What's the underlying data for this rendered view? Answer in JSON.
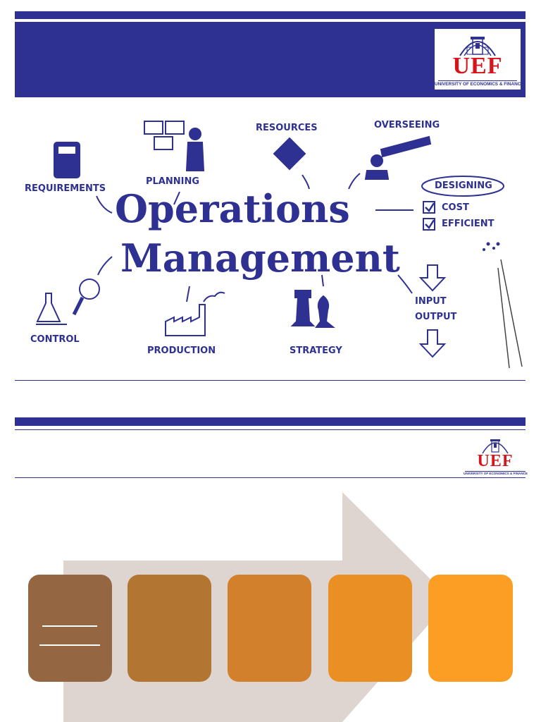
{
  "logo": {
    "name": "UEF",
    "subtitle": "UNIVERSITY OF ECONOMICS & FINANCE"
  },
  "illustration": {
    "title_line1": "Operations",
    "title_line2": "Management",
    "labels": {
      "requirements": "REQUIREMENTS",
      "planning": "PLANNING",
      "resources": "RESOURCES",
      "overseeing": "OVERSEEING",
      "designing": "DESIGNING",
      "cost": "COST",
      "efficient": "EFFICIENT",
      "input": "INPUT",
      "output": "OUTPUT",
      "control": "CONTROL",
      "production": "PRODUCTION",
      "strategy": "STRATEGY"
    }
  },
  "process": {
    "step_count": 5,
    "colors": [
      "#956642",
      "#b37632",
      "#d2802c",
      "#ea8f24",
      "#fb9e23"
    ],
    "arrow_color": "#ded5d0"
  },
  "colors": {
    "brand_blue": "#2e3192",
    "brand_red": "#d7141a"
  }
}
